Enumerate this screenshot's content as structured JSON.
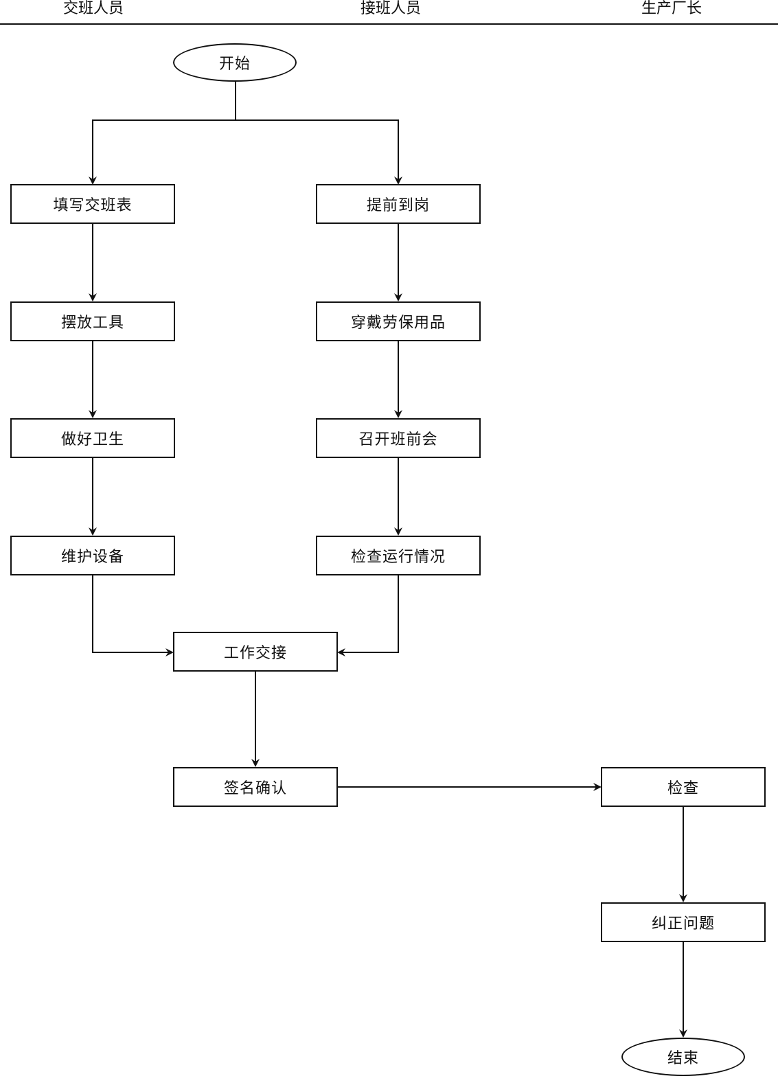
{
  "lanes": [
    {
      "id": "handover",
      "label": "交班人员"
    },
    {
      "id": "takeover",
      "label": "接班人员"
    },
    {
      "id": "manager",
      "label": "生产厂长"
    }
  ],
  "nodes": {
    "start": "开始",
    "fill_form": "填写交班表",
    "place_tools": "摆放工具",
    "clean_up": "做好卫生",
    "maintain_equipment": "维护设备",
    "arrive_early": "提前到岗",
    "wear_ppe": "穿戴劳保用品",
    "pre_shift_meeting": "召开班前会",
    "check_operation": "检查运行情况",
    "work_handover": "工作交接",
    "sign_confirm": "签名确认",
    "inspect": "检查",
    "correct_issues": "纠正问题",
    "end": "结束"
  },
  "edges": [
    [
      "start",
      "fill_form"
    ],
    [
      "start",
      "arrive_early"
    ],
    [
      "fill_form",
      "place_tools"
    ],
    [
      "place_tools",
      "clean_up"
    ],
    [
      "clean_up",
      "maintain_equipment"
    ],
    [
      "arrive_early",
      "wear_ppe"
    ],
    [
      "wear_ppe",
      "pre_shift_meeting"
    ],
    [
      "pre_shift_meeting",
      "check_operation"
    ],
    [
      "maintain_equipment",
      "work_handover"
    ],
    [
      "check_operation",
      "work_handover"
    ],
    [
      "work_handover",
      "sign_confirm"
    ],
    [
      "sign_confirm",
      "inspect"
    ],
    [
      "inspect",
      "correct_issues"
    ],
    [
      "correct_issues",
      "end"
    ]
  ]
}
